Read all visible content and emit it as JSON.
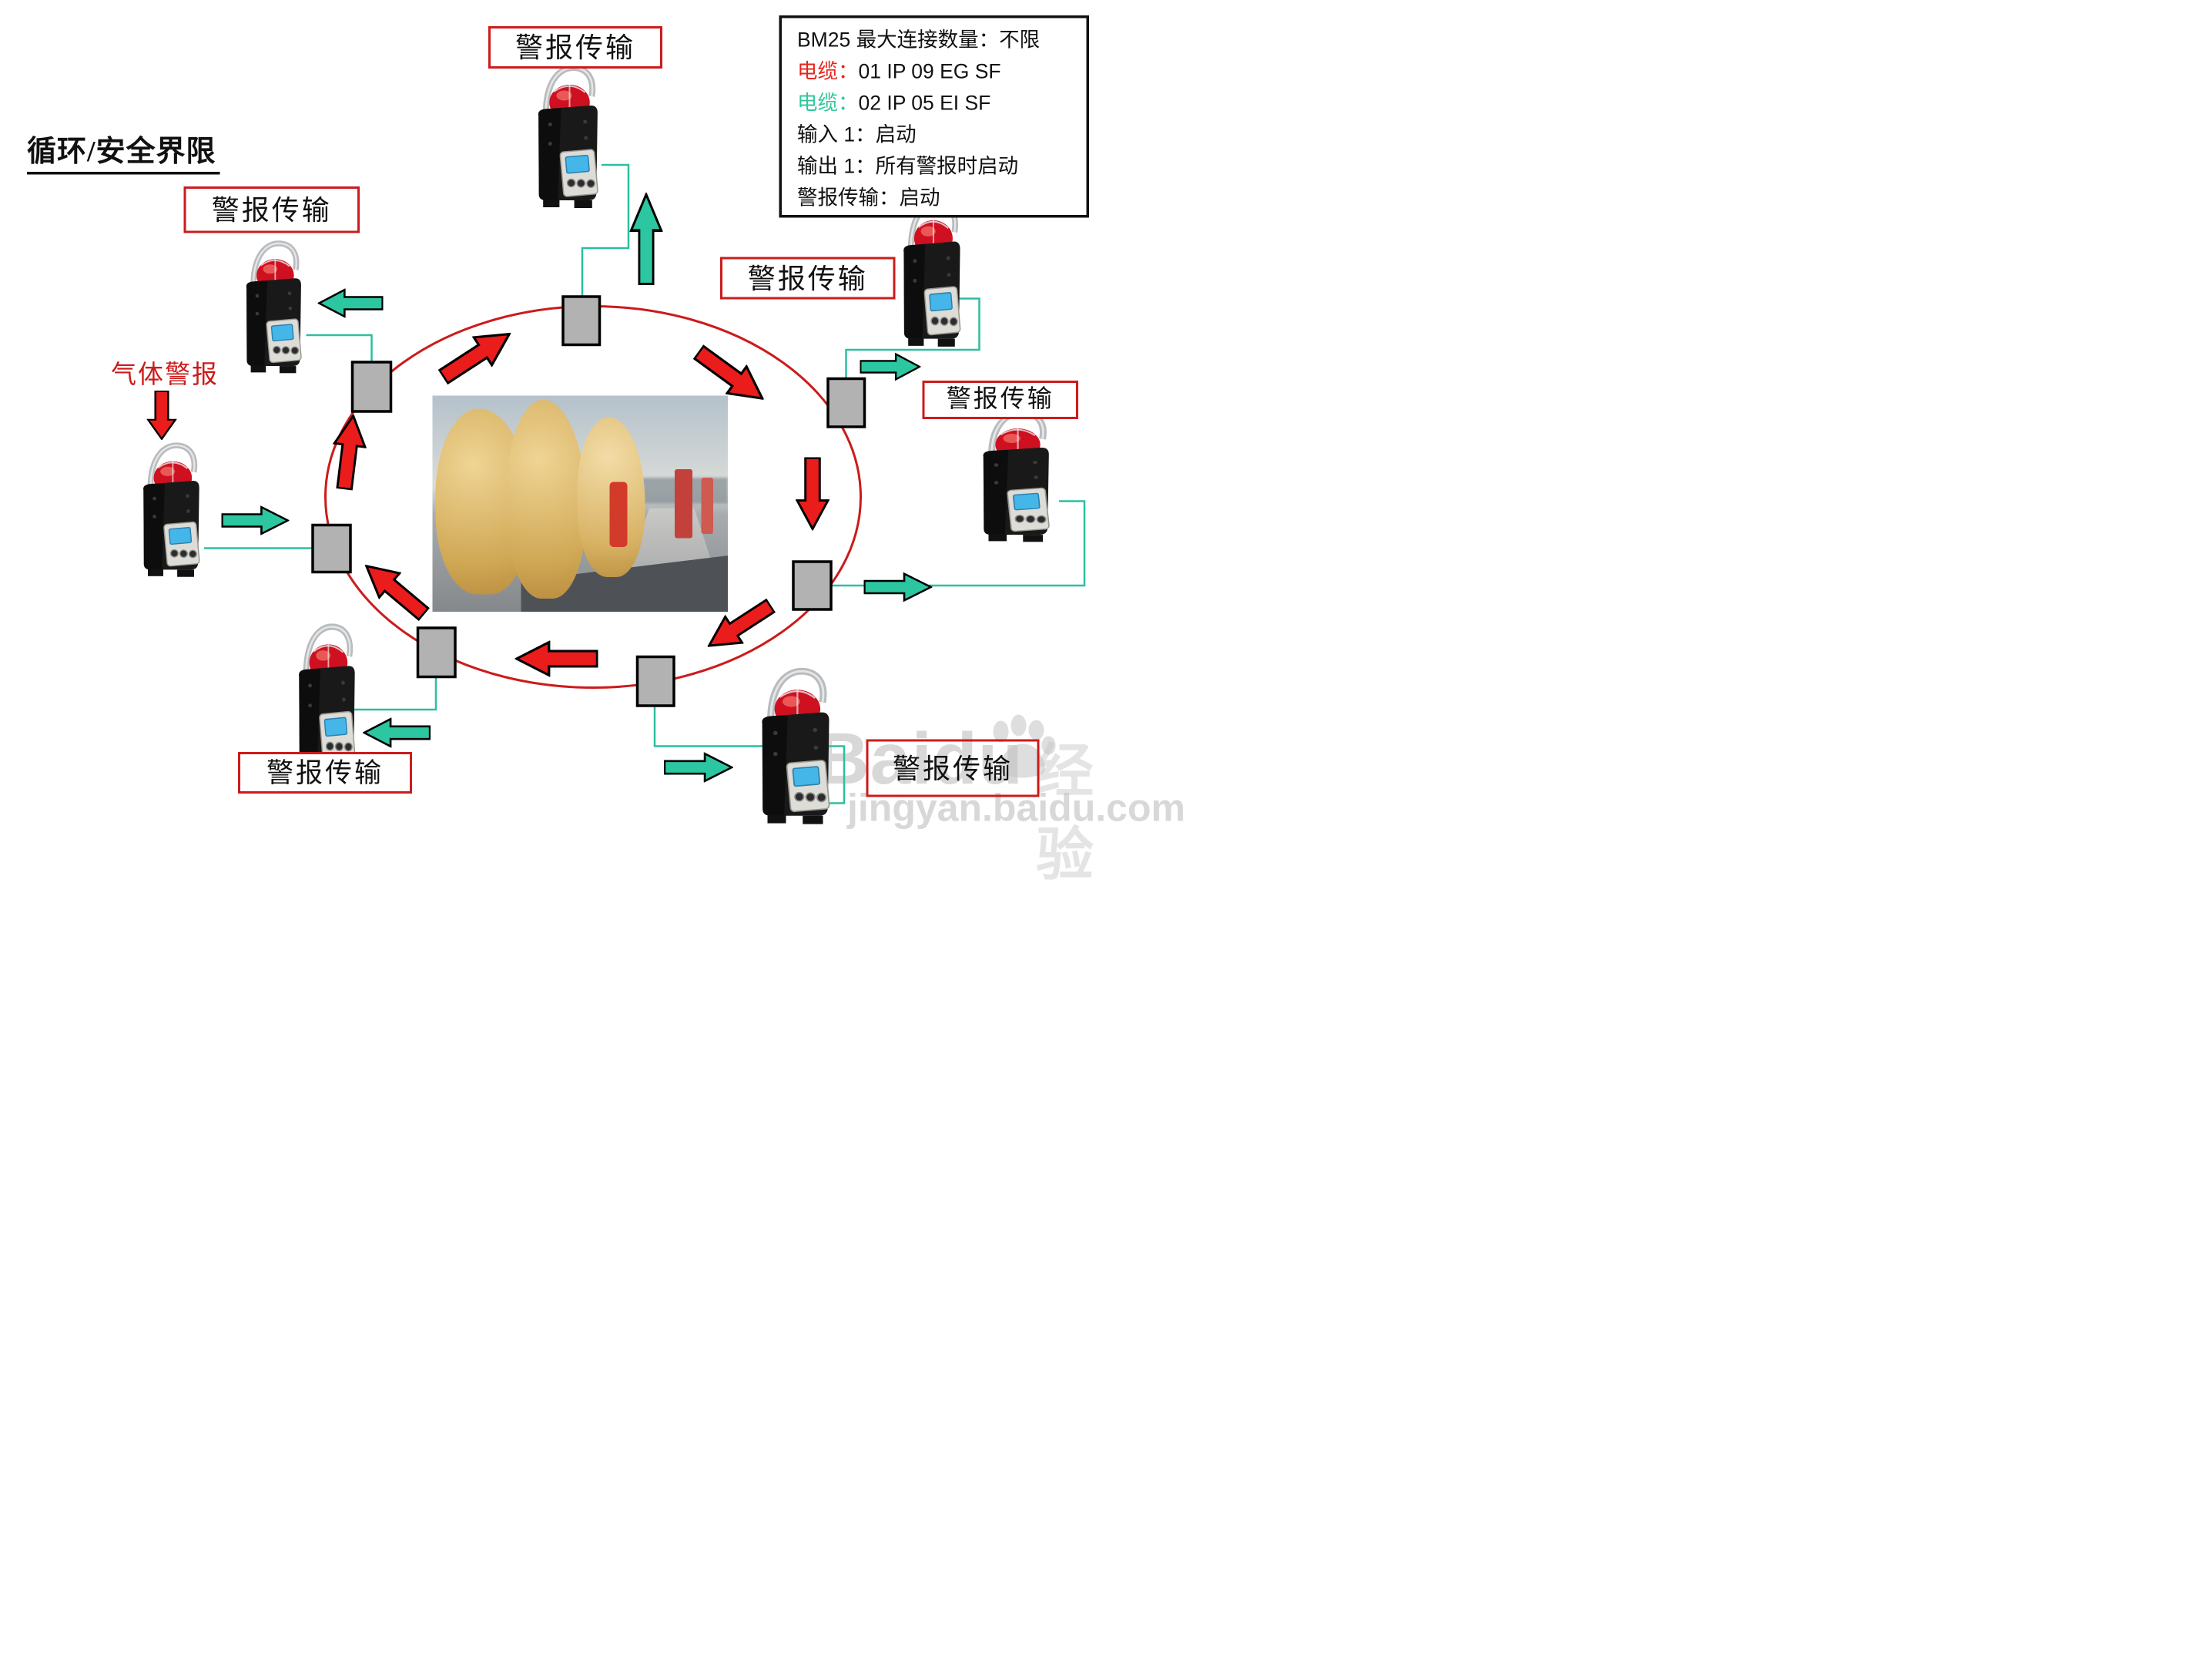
{
  "title": "循环/安全界限",
  "gas_alarm_label": "气体警报",
  "labels": {
    "alarm_transmission": "警报传输"
  },
  "info_box": {
    "lines": [
      {
        "prefix": "BM25 最大连接数量：",
        "rest": "不限"
      },
      {
        "prefix": "电缆：",
        "rest": "01 IP 09 EG SF"
      },
      {
        "prefix": "电缆：",
        "rest": "02 IP 05 EI SF"
      },
      {
        "prefix": "输入 1：",
        "rest": "启动"
      },
      {
        "prefix": "输出 1：",
        "rest": "所有警报时启动"
      },
      {
        "prefix": "警报传输：",
        "rest": "启动"
      }
    ]
  },
  "ring": {
    "junction_count": 7,
    "device_count": 7,
    "flow_direction": "clockwise"
  },
  "watermark": {
    "brand": "Baidu",
    "suffix": "经验",
    "url": "jingyan.baidu.com"
  },
  "colors": {
    "alarm_red": "#e8241d",
    "ring_red": "#cc1b1b",
    "label_border_red": "#cc1b1b",
    "cable1_red": "#e8241d",
    "cable2_teal": "#2fc89b",
    "arrow_teal": "#2cc6a0",
    "junction_gray": "#b2b2b2"
  }
}
